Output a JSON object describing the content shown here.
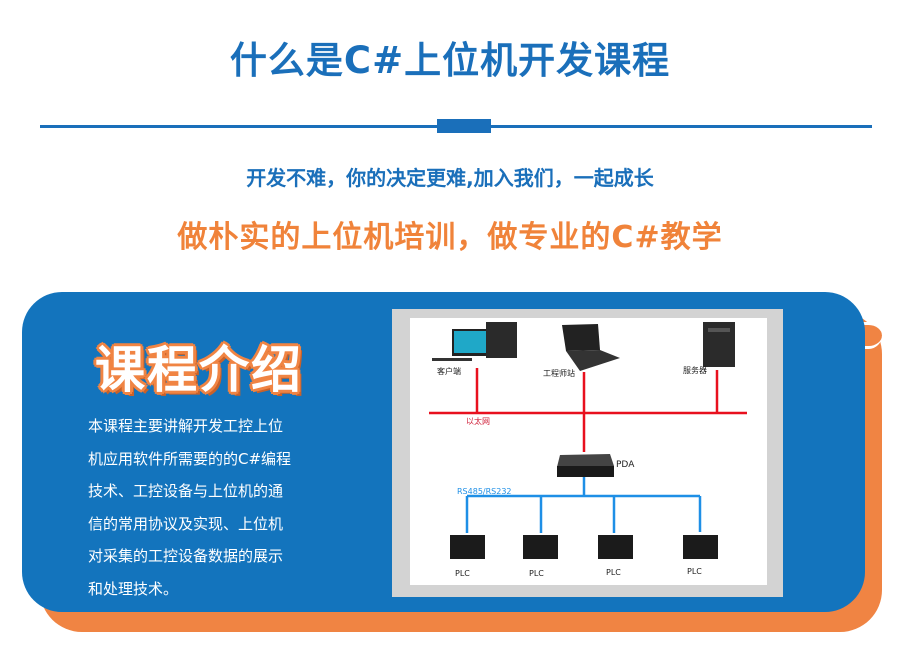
{
  "header": {
    "title": "什么是C#上位机开发课程",
    "subtitle": "开发不难，你的决定更难,加入我们，一起成长",
    "slogan": "做朴实的上位机培训，做专业的C#教学"
  },
  "course": {
    "title": "课程介绍",
    "description_lines": [
      "本课程主要讲解开发工控上位",
      "机应用软件所需要的的C#编程",
      "技术、工控设备与上位机的通",
      "信的常用协议及实现、上位机",
      "对采集的工控设备数据的展示",
      "和处理技术。"
    ]
  },
  "diagram": {
    "client": "客户端",
    "workstation": "工程师站",
    "server": "服务器",
    "ethernet": "以太网",
    "pda": "PDA",
    "bus": "RS485/RS232",
    "plcs": [
      "PLC",
      "PLC",
      "PLC",
      "PLC"
    ],
    "colors": {
      "ethernet": "#e8101e",
      "bus": "#1e8fe6"
    }
  }
}
